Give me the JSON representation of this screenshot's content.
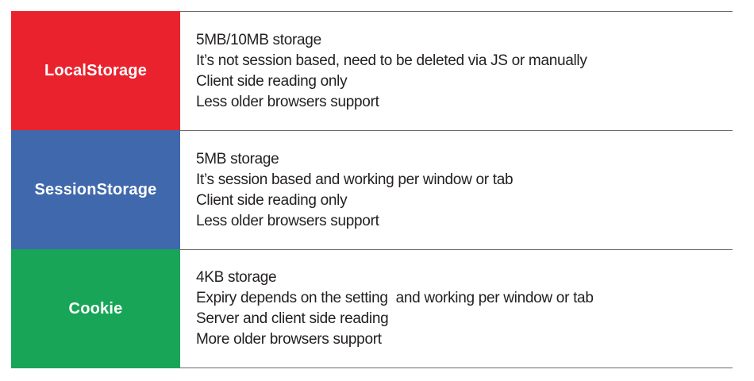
{
  "table": {
    "background": "#ffffff",
    "divider_color": "#6b6b6b",
    "text_color": "#242021",
    "label_text_color": "#ffffff",
    "rows": [
      {
        "label": "LocalStorage",
        "color": "#ea222e",
        "lines": [
          "5MB/10MB storage",
          "It’s not session based, need to be deleted via JS or manually",
          "Client side reading only",
          "Less older browsers support"
        ]
      },
      {
        "label": "SessionStorage",
        "color": "#4068ac",
        "lines": [
          "5MB storage",
          "It’s session based and working per window or tab",
          "Client side reading only",
          "Less older browsers support"
        ]
      },
      {
        "label": "Cookie",
        "color": "#18a558",
        "lines": [
          "4KB storage",
          "Expiry depends on the setting  and working per window or tab",
          "Server and client side reading",
          "More older browsers support"
        ]
      }
    ]
  }
}
